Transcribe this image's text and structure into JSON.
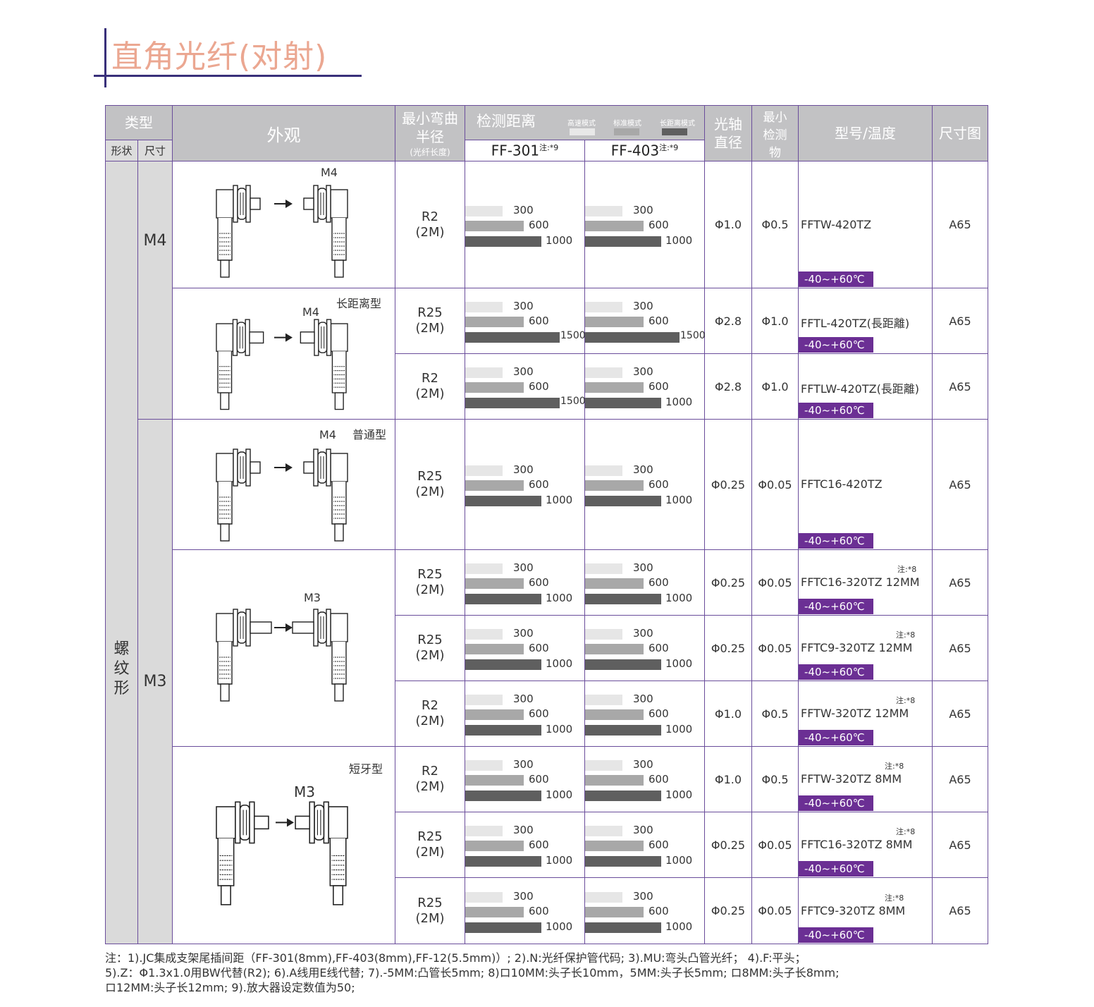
{
  "title": "直角光纤(对射)",
  "header": {
    "type": "类型",
    "shape": "形状",
    "size": "尺寸",
    "appearance": "外观",
    "bend_radius_1": "最小弯曲",
    "bend_radius_2": "半径",
    "bend_radius_3": "(光纤长度)",
    "detect_distance": "检测距离",
    "mode_fast": "高速模式",
    "mode_std": "标准模式",
    "mode_long": "长距离模式",
    "ff301": "FF-301",
    "ff403": "FF-403",
    "note9": "注:*9",
    "axis_1": "光轴",
    "axis_2": "直径",
    "min_obj_1": "最小",
    "min_obj_2": "检测",
    "min_obj_3": "物",
    "model_temp": "型号/温度",
    "dim": "尺寸图"
  },
  "shape_label": "螺纹形",
  "sizes": {
    "m4": "M4",
    "m3": "M3"
  },
  "appearance_labels": {
    "a1": "M4",
    "a2_size": "M4",
    "a2_tag": "长距离型",
    "a3_size": "M4",
    "a3_tag": "普通型",
    "a4": "M3",
    "a5_size": "M3",
    "a5_tag": "短牙型"
  },
  "rows": [
    {
      "bend": "R2",
      "len": "(2M)",
      "ff301": [
        "300",
        "600",
        "1000"
      ],
      "ff403": [
        "300",
        "600",
        "1000"
      ],
      "axis": "Φ1.0",
      "min_obj": "Φ0.5",
      "model": "FFTW-420TZ",
      "note": "",
      "temp": "-40~+60℃",
      "dim": "A65"
    },
    {
      "bend": "R25",
      "len": "(2M)",
      "ff301": [
        "300",
        "600",
        "1500"
      ],
      "ff403": [
        "300",
        "600",
        "1500"
      ],
      "axis": "Φ2.8",
      "min_obj": "Φ1.0",
      "model": "FFTL-420TZ(長距離)",
      "note": "",
      "temp": "-40~+60℃",
      "dim": "A65"
    },
    {
      "bend": "R2",
      "len": "(2M)",
      "ff301": [
        "300",
        "600",
        "1500"
      ],
      "ff403": [
        "300",
        "600",
        "1000"
      ],
      "axis": "Φ2.8",
      "min_obj": "Φ1.0",
      "model": "FFTLW-420TZ(長距離)",
      "note": "",
      "temp": "-40~+60℃",
      "dim": "A65"
    },
    {
      "bend": "R25",
      "len": "(2M)",
      "ff301": [
        "300",
        "600",
        "1000"
      ],
      "ff403": [
        "300",
        "600",
        "1000"
      ],
      "axis": "Φ0.25",
      "min_obj": "Φ0.05",
      "model": "FFTC16-420TZ",
      "note": "",
      "temp": "-40~+60℃",
      "dim": "A65"
    },
    {
      "bend": "R25",
      "len": "(2M)",
      "ff301": [
        "300",
        "600",
        "1000"
      ],
      "ff403": [
        "300",
        "600",
        "1000"
      ],
      "axis": "Φ0.25",
      "min_obj": "Φ0.05",
      "model": "FFTC16-320TZ 12MM",
      "note": "注:*8",
      "temp": "-40~+60℃",
      "dim": "A65"
    },
    {
      "bend": "R25",
      "len": "(2M)",
      "ff301": [
        "300",
        "600",
        "1000"
      ],
      "ff403": [
        "300",
        "600",
        "1000"
      ],
      "axis": "Φ0.25",
      "min_obj": "Φ0.05",
      "model": "FFTC9-320TZ 12MM",
      "note": "注:*8",
      "temp": "-40~+60℃",
      "dim": "A65"
    },
    {
      "bend": "R2",
      "len": "(2M)",
      "ff301": [
        "300",
        "600",
        "1000"
      ],
      "ff403": [
        "300",
        "600",
        "1000"
      ],
      "axis": "Φ1.0",
      "min_obj": "Φ0.5",
      "model": "FFTW-320TZ 12MM",
      "note": "注:*8",
      "temp": "-40~+60℃",
      "dim": "A65"
    },
    {
      "bend": "R2",
      "len": "(2M)",
      "ff301": [
        "300",
        "600",
        "1000"
      ],
      "ff403": [
        "300",
        "600",
        "1000"
      ],
      "axis": "Φ1.0",
      "min_obj": "Φ0.5",
      "model": "FFTW-320TZ 8MM",
      "note": "注:*8",
      "temp": "-40~+60℃",
      "dim": "A65"
    },
    {
      "bend": "R25",
      "len": "(2M)",
      "ff301": [
        "300",
        "600",
        "1000"
      ],
      "ff403": [
        "300",
        "600",
        "1000"
      ],
      "axis": "Φ0.25",
      "min_obj": "Φ0.05",
      "model": "FFTC16-320TZ 8MM",
      "note": "注:*8",
      "temp": "-40~+60℃",
      "dim": "A65"
    },
    {
      "bend": "R25",
      "len": "(2M)",
      "ff301": [
        "300",
        "600",
        "1000"
      ],
      "ff403": [
        "300",
        "600",
        "1000"
      ],
      "axis": "Φ0.25",
      "min_obj": "Φ0.05",
      "model": "FFTC9-320TZ 8MM",
      "note": "注:*8",
      "temp": "-40~+60℃",
      "dim": "A65"
    }
  ],
  "footnotes": [
    "注：1).JC集成支架尾插间距（FF-301(8mm),FF-403(8mm),FF-12(5.5mm)）;   2).N:光纤保护管代码;   3).MU:弯头凸管光纤；   4).F:平头；",
    "5).Z：Φ1.3x1.0用BW代替(R2);    6).A线用E线代替;   7).-5MM:凸管长5mm;    8)ロ10MM:头子长10mm，5MM:头子长5mm; ロ8MM:头子长8mm;",
    "ロ12MM:头子长12mm;     9).放大器设定数值为50;"
  ],
  "colors": {
    "border": "#6a4d9b",
    "header_bg": "#c2c2c4",
    "temp_bg": "#6b2f94",
    "title": "#eba791",
    "bar_fast": "#e6e6e6",
    "bar_std": "#a8a8a8",
    "bar_long": "#5f5f5f"
  }
}
